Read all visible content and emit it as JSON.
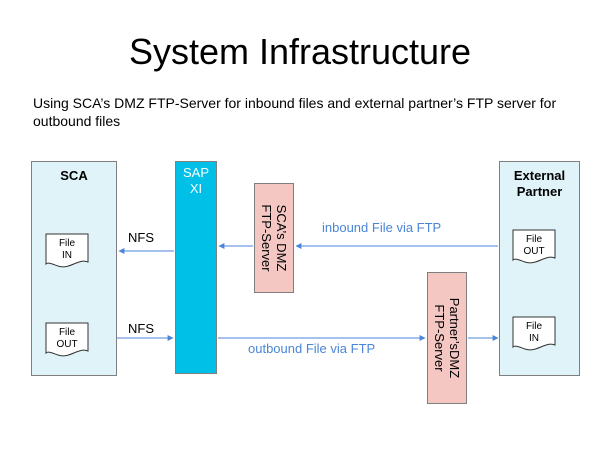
{
  "title": "System Infrastructure",
  "subtitle": "Using SCA’s DMZ FTP-Server for inbound files and external partner’s FTP server for outbound files",
  "nodes": {
    "sca": {
      "label": "SCA"
    },
    "sap_xi": {
      "label_line1": "SAP",
      "label_line2": "XI"
    },
    "external": {
      "label_line1": "External",
      "label_line2": "Partner"
    },
    "sca_dmz": {
      "label_line1": "SCA’s DMZ",
      "label_line2": "FTP-Server"
    },
    "partner_dmz": {
      "label_line1": "Partner’sDMZ",
      "label_line2": "FTP-Server"
    }
  },
  "docs": {
    "sca_in": {
      "line1": "File",
      "line2": "IN"
    },
    "sca_out": {
      "line1": "File",
      "line2": "OUT"
    },
    "ext_out": {
      "line1": "File",
      "line2": "OUT"
    },
    "ext_in": {
      "line1": "File",
      "line2": "IN"
    }
  },
  "edges": {
    "nfs_top": "NFS",
    "nfs_bottom": "NFS",
    "inbound": "inbound File via FTP",
    "outbound": "outbound File via FTP"
  },
  "colors": {
    "block_fill": "#e0f3f8",
    "xi_fill": "#00c0e8",
    "dmz_fill": "#f4c7c3",
    "arrow": "#4a86d8"
  }
}
